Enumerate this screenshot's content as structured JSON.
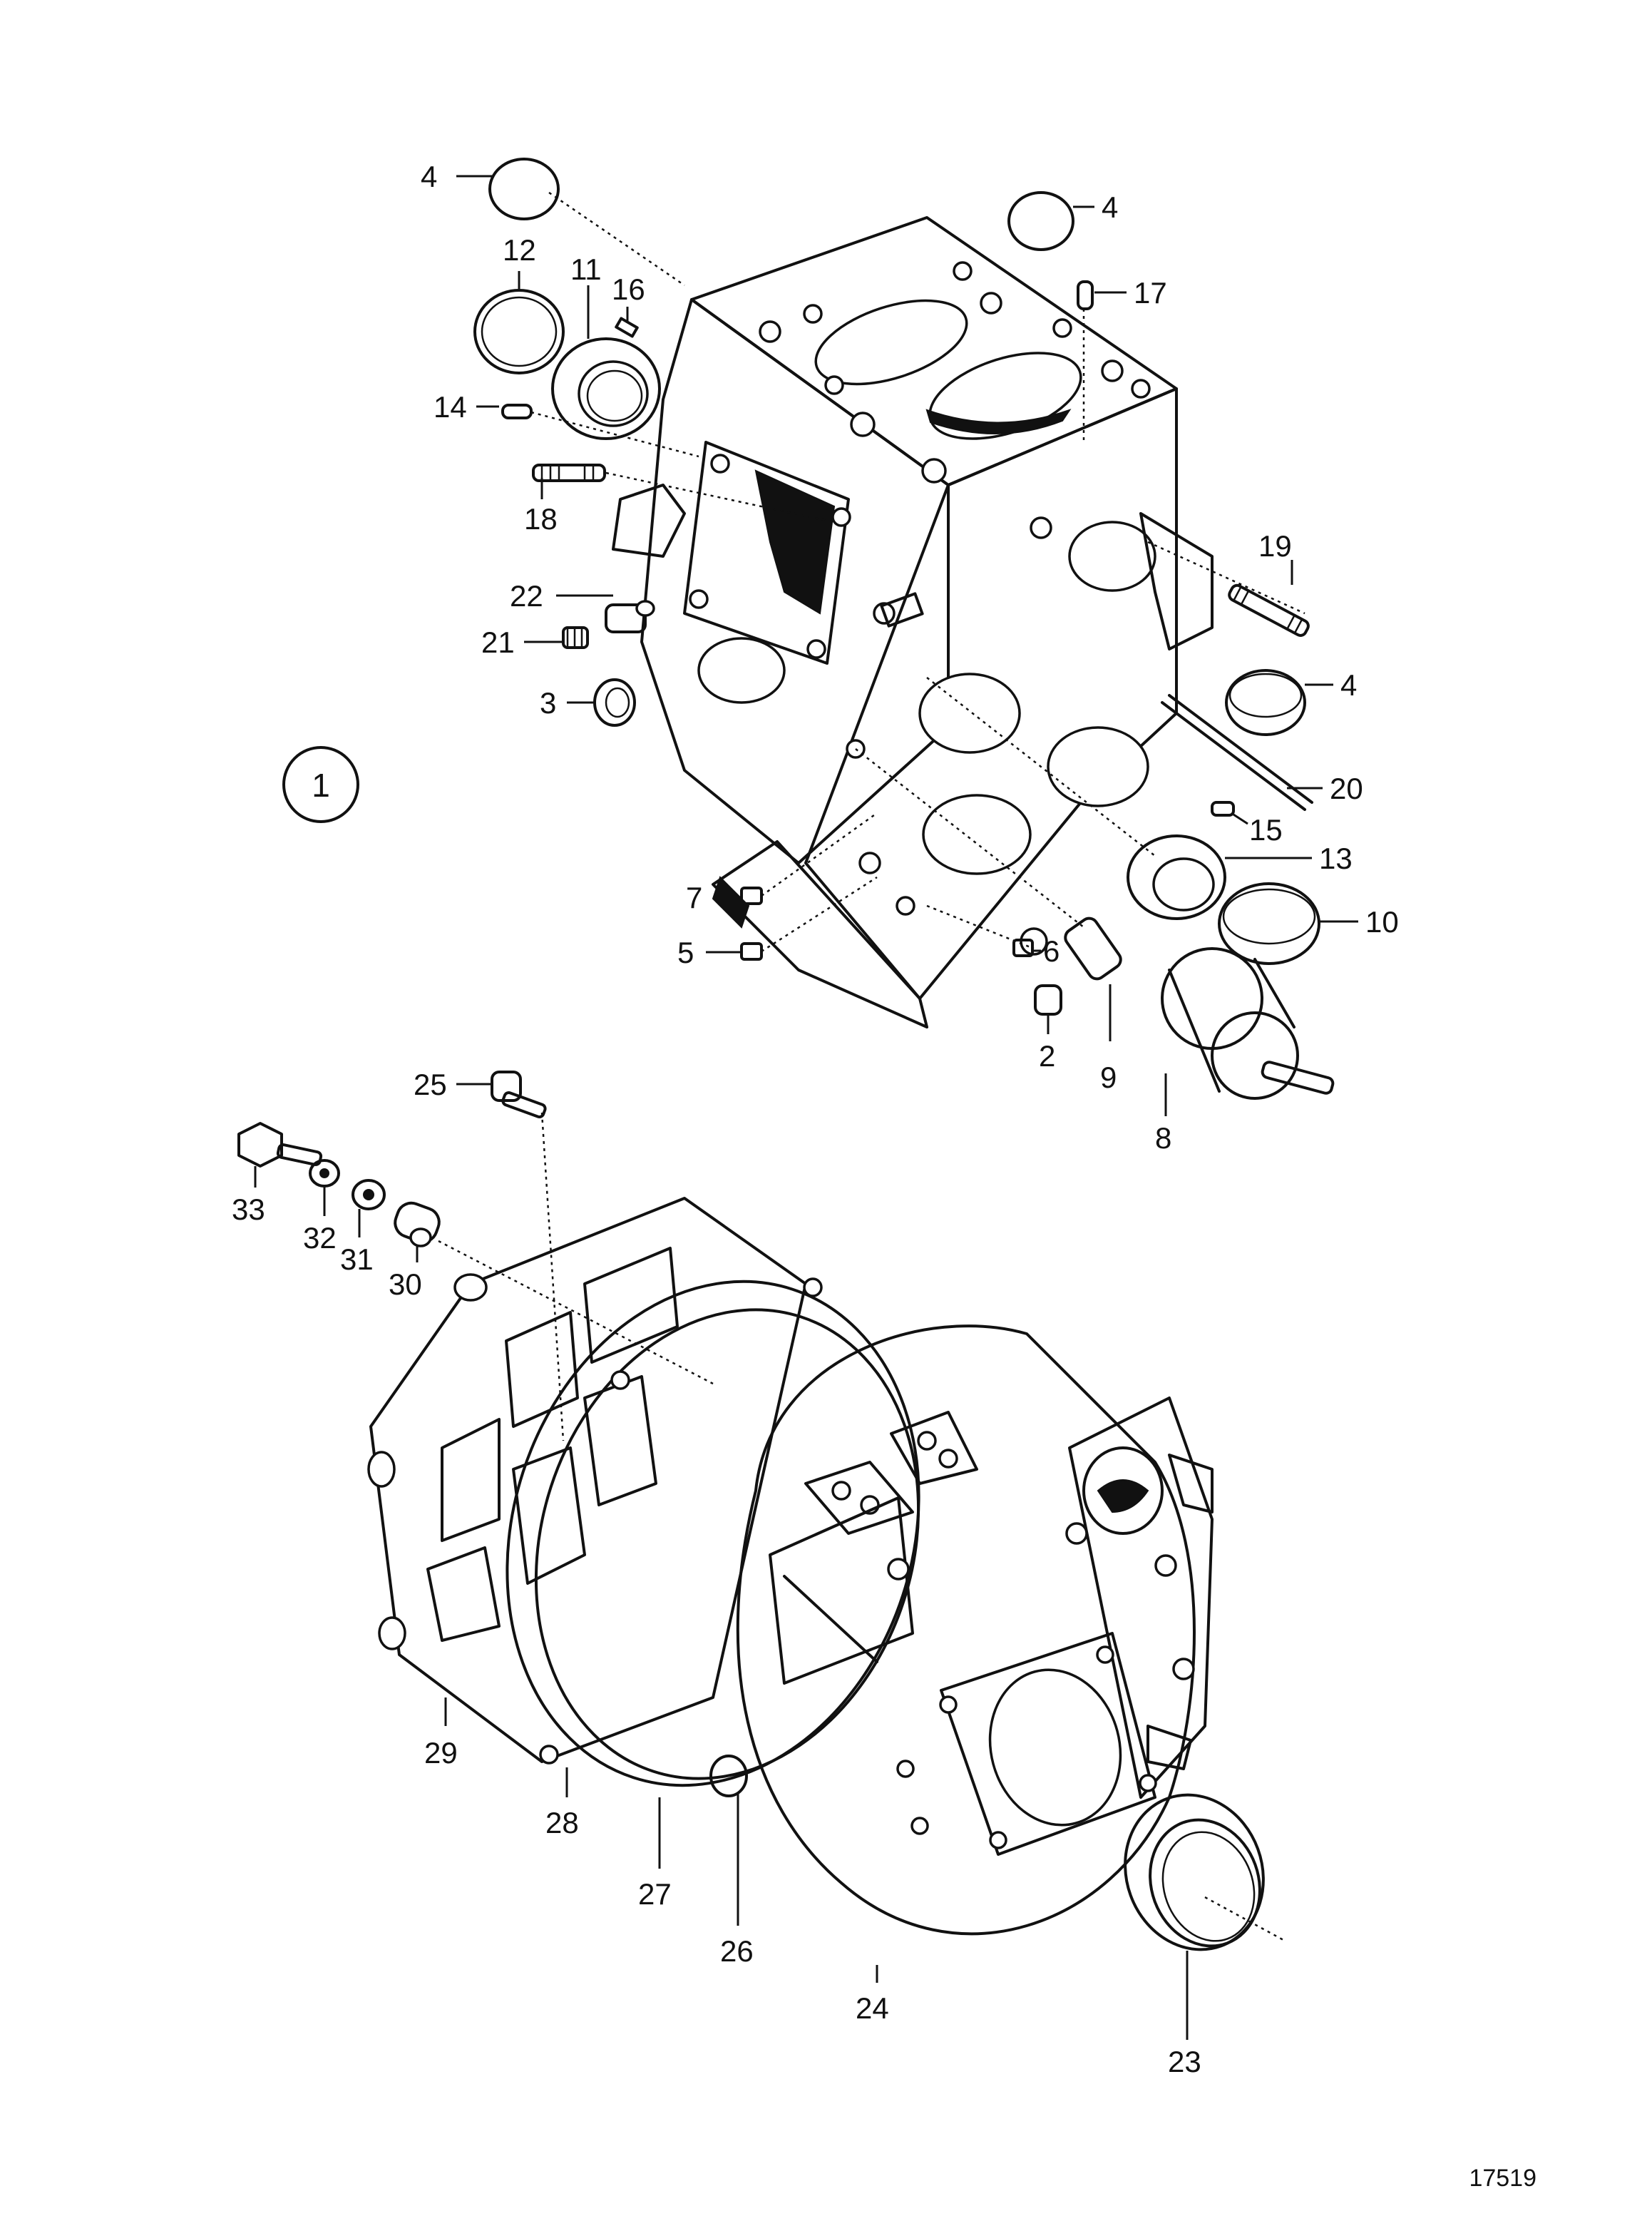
{
  "figure": {
    "number": "1",
    "reference": "17519"
  },
  "callouts": [
    {
      "id": "4a",
      "label": "4"
    },
    {
      "id": "4b",
      "label": "4"
    },
    {
      "id": "4c",
      "label": "4"
    },
    {
      "id": "12",
      "label": "12"
    },
    {
      "id": "11",
      "label": "11"
    },
    {
      "id": "16",
      "label": "16"
    },
    {
      "id": "17",
      "label": "17"
    },
    {
      "id": "14",
      "label": "14"
    },
    {
      "id": "18",
      "label": "18"
    },
    {
      "id": "19",
      "label": "19"
    },
    {
      "id": "22",
      "label": "22"
    },
    {
      "id": "21",
      "label": "21"
    },
    {
      "id": "3",
      "label": "3"
    },
    {
      "id": "20",
      "label": "20"
    },
    {
      "id": "15",
      "label": "15"
    },
    {
      "id": "13",
      "label": "13"
    },
    {
      "id": "10",
      "label": "10"
    },
    {
      "id": "7",
      "label": "7"
    },
    {
      "id": "5",
      "label": "5"
    },
    {
      "id": "6",
      "label": "6"
    },
    {
      "id": "2",
      "label": "2"
    },
    {
      "id": "9",
      "label": "9"
    },
    {
      "id": "8",
      "label": "8"
    },
    {
      "id": "25",
      "label": "25"
    },
    {
      "id": "33",
      "label": "33"
    },
    {
      "id": "32",
      "label": "32"
    },
    {
      "id": "31",
      "label": "31"
    },
    {
      "id": "30",
      "label": "30"
    },
    {
      "id": "29",
      "label": "29"
    },
    {
      "id": "28",
      "label": "28"
    },
    {
      "id": "27",
      "label": "27"
    },
    {
      "id": "26",
      "label": "26"
    },
    {
      "id": "24",
      "label": "24"
    },
    {
      "id": "23",
      "label": "23"
    }
  ]
}
